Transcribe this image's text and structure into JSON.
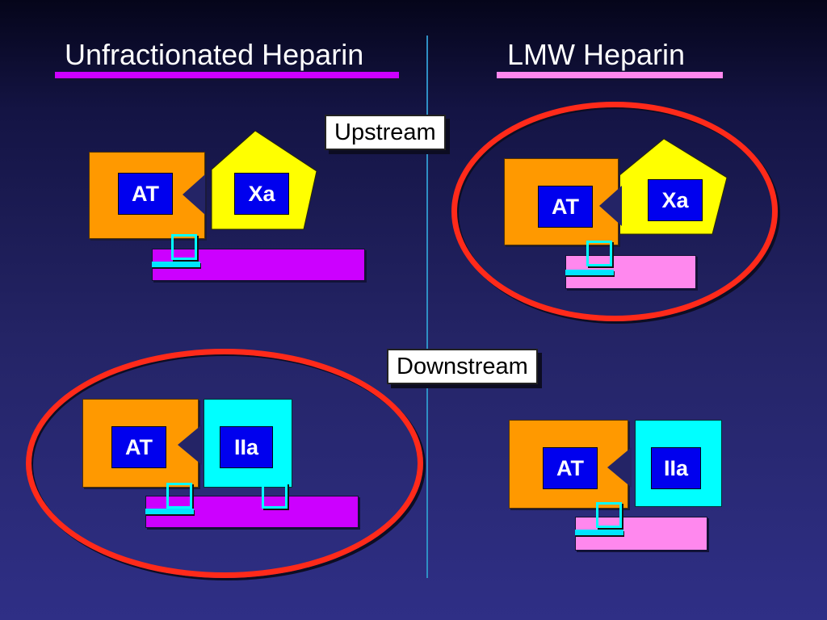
{
  "titles": {
    "left": "Unfractionated Heparin",
    "right": "LMW  Heparin"
  },
  "labels": {
    "upstream": "Upstream",
    "downstream": "Downstream"
  },
  "molecules": {
    "at": "AT",
    "xa": "Xa",
    "iia": "IIa"
  },
  "colors": {
    "unfractionated_chain": "#cc00ff",
    "lmw_chain": "#ff88ee",
    "antithrombin": "#ff9900",
    "factor_xa": "#ffff00",
    "thrombin": "#00ffff",
    "highlight_ring": "#ff2a1a"
  },
  "icons": {
    "binding_site": "pentasaccharide-square-icon"
  }
}
